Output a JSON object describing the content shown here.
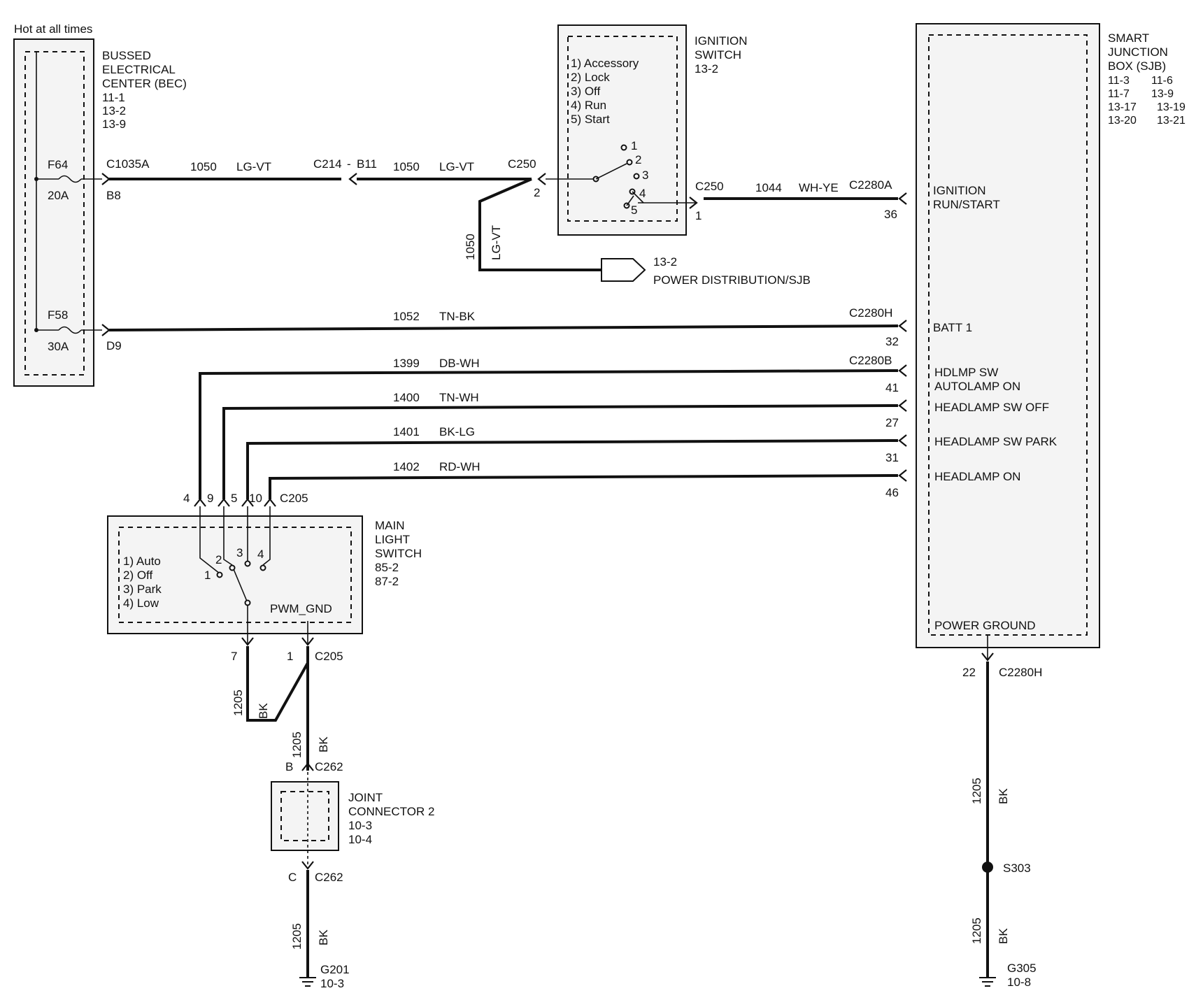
{
  "hot_label": "Hot at all times",
  "bec": {
    "title": [
      "BUSSED",
      "ELECTRICAL",
      "CENTER (BEC)"
    ],
    "refs": [
      "11-1",
      "13-2",
      "13-9"
    ],
    "fuse_f64": {
      "name": "F64",
      "rating": "20A",
      "connector": "C1035A",
      "pin": "B8"
    },
    "fuse_f58": {
      "name": "F58",
      "rating": "30A",
      "pin": "D9"
    }
  },
  "ignition_switch": {
    "title": [
      "IGNITION",
      "SWITCH"
    ],
    "ref": "13-2",
    "positions": [
      "1) Accessory",
      "2) Lock",
      "3) Off",
      "4) Run",
      "5) Start"
    ],
    "contact_numbers": [
      "1",
      "2",
      "3",
      "4",
      "5"
    ],
    "input_connector": "C250",
    "input_pin": "2",
    "output_connector": "C250",
    "output_pin": "1"
  },
  "wires": {
    "w1050_a": {
      "circuit": "1050",
      "color": "LG-VT"
    },
    "c214": "C214",
    "b11": "B11",
    "w1050_b": {
      "circuit": "1050",
      "color": "LG-VT"
    },
    "w1050_c": {
      "circuit": "1050",
      "color": "LG-VT"
    },
    "w1044": {
      "circuit": "1044",
      "color": "WH-YE",
      "connector": "C2280A",
      "pin": "36"
    },
    "w1052": {
      "circuit": "1052",
      "color": "TN-BK",
      "connector": "C2280H",
      "pin": "32"
    },
    "w1399": {
      "circuit": "1399",
      "color": "DB-WH",
      "connector": "C2280B",
      "pin": "41"
    },
    "w1400": {
      "circuit": "1400",
      "color": "TN-WH",
      "pin": "27"
    },
    "w1401": {
      "circuit": "1401",
      "color": "BK-LG",
      "pin": "31"
    },
    "w1402": {
      "circuit": "1402",
      "color": "RD-WH",
      "pin": "46"
    }
  },
  "power_dist_ref": {
    "page": "13-2",
    "label": "POWER DISTRIBUTION/SJB"
  },
  "sjb": {
    "title": [
      "SMART",
      "JUNCTION",
      "BOX (SJB)"
    ],
    "refs": [
      [
        "11-3",
        "11-6"
      ],
      [
        "11-7",
        "13-9"
      ],
      [
        "13-17",
        "13-19"
      ],
      [
        "13-20",
        "13-21"
      ]
    ],
    "pins": {
      "ign": [
        "IGNITION",
        "RUN/START"
      ],
      "batt": "BATT 1",
      "autolamp": [
        "HDLMP SW",
        "AUTOLAMP ON"
      ],
      "off": "HEADLAMP SW OFF",
      "park": "HEADLAMP SW PARK",
      "on": "HEADLAMP ON",
      "gnd": "POWER GROUND"
    },
    "ground_pin": "22",
    "ground_connector": "C2280H"
  },
  "main_light_switch": {
    "title": [
      "MAIN",
      "LIGHT",
      "SWITCH"
    ],
    "refs": [
      "85-2",
      "87-2"
    ],
    "positions": [
      "1) Auto",
      "2) Off",
      "3) Park",
      "4) Low"
    ],
    "contact_numbers": [
      "1",
      "2",
      "3",
      "4"
    ],
    "top_pins": [
      "4",
      "9",
      "5",
      "10"
    ],
    "top_connector": "C205",
    "pwm_label": "PWM_GND",
    "bottom_pins": [
      "7",
      "1"
    ],
    "bottom_connector": "C205"
  },
  "ground_left": {
    "w1205_a": {
      "circuit": "1205",
      "color": "BK"
    },
    "w1205_b": {
      "circuit": "1205",
      "color": "BK"
    },
    "c262_in": {
      "pin": "B",
      "connector": "C262"
    },
    "joint": {
      "title": [
        "JOINT",
        "CONNECTOR 2"
      ],
      "refs": [
        "10-3",
        "10-4"
      ]
    },
    "c262_out": {
      "pin": "C",
      "connector": "C262"
    },
    "w1205_c": {
      "circuit": "1205",
      "color": "BK"
    },
    "ground": {
      "name": "G201",
      "ref": "10-3"
    }
  },
  "ground_right": {
    "w1205_a": {
      "circuit": "1205",
      "color": "BK"
    },
    "splice": "S303",
    "w1205_b": {
      "circuit": "1205",
      "color": "BK"
    },
    "ground": {
      "name": "G305",
      "ref": "10-8"
    }
  }
}
